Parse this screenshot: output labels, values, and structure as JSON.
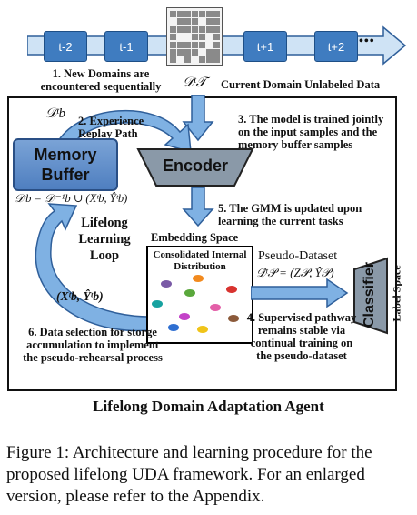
{
  "timeline": {
    "boxes": [
      "t-2",
      "t-1",
      "t+1",
      "t+2"
    ],
    "ellipsis": "•••"
  },
  "labels": {
    "new_domains": "1. New Domains are encountered sequentially",
    "current_domain_symbol": "𝒟ᵗ𝒯",
    "current_domain": "Current Domain Unlabeled Data",
    "buffer_symbol": "𝒟ᵗb",
    "experience_replay": "2. Experience Replay Path",
    "trained_jointly": "3. The model is trained jointly on the input samples and the memory buffer samples",
    "memory_buffer": "Memory Buffer",
    "encoder": "Encoder",
    "buffer_update": "𝒟ᵗb = 𝒟ᵗ⁻¹b ∪ (Xᵗb, Ŷᵗb)",
    "gmm_update": "5. The GMM is updated upon learning the current tasks",
    "lifelong_loop": "Lifelong Learning Loop",
    "embedding_space": "Embedding Space",
    "consolidated": "Consolidated Internal Distribution",
    "pseudo_dataset_title": "Pseudo-Dataset",
    "pseudo_dataset_formula": "𝒟̂ᵗ𝒫 = (Z𝒫, Ŷ𝒫)",
    "classifier": "Classifier",
    "label_space": "Label Space",
    "selected_pair": "(Xᵗb, Ŷᵗb)",
    "data_selection": "6. Data selection for storge accumulation to implement the pseudo-rehearsal process",
    "supervised": "4. Supervised pathway remains stable via continual training on the pseudo-dataset",
    "agent_title": "Lifelong Domain Adaptation Agent"
  },
  "caption": "Figure 1: Architecture and learning procedure for the proposed lifelong UDA framework. For an enlarged version, please refer to the Appendix.",
  "colors": {
    "accent_blue": "#3f7cc0",
    "arrow_fill": "#7fb1e3",
    "arrow_stroke": "#2f5f9a",
    "encoder_fill": "#8a99a8"
  },
  "clusters": [
    {
      "name": "cluster-orange",
      "color": "#f28a1e"
    },
    {
      "name": "cluster-purple",
      "color": "#7a5aa6"
    },
    {
      "name": "cluster-red",
      "color": "#d8332f"
    },
    {
      "name": "cluster-green",
      "color": "#5aa83c"
    },
    {
      "name": "cluster-teal",
      "color": "#17a2a0"
    },
    {
      "name": "cluster-pink",
      "color": "#e35fa8"
    },
    {
      "name": "cluster-magenta",
      "color": "#c342c8"
    },
    {
      "name": "cluster-brown",
      "color": "#8b5a3a"
    },
    {
      "name": "cluster-yellow",
      "color": "#f0c419"
    },
    {
      "name": "cluster-blue",
      "color": "#2f6fd1"
    }
  ]
}
